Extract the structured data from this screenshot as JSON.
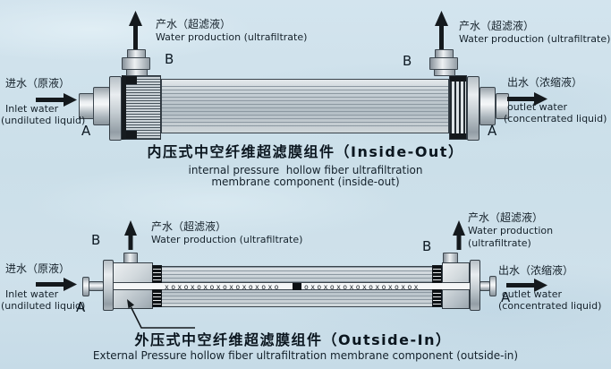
{
  "colors": {
    "background": "#cdе0еа",
    "background_hex": "#cde0ea",
    "ink": "#101c26",
    "metal_light": "#eef1f3",
    "metal_dark": "#8b959c",
    "potting_black": "#14181c"
  },
  "top": {
    "product_left": {
      "zh": "产水（超滤液）",
      "en": "Water production (ultrafiltrate)"
    },
    "product_right": {
      "zh": "产水（超滤液）",
      "en": "Water production (ultrafiltrate)"
    },
    "inlet": {
      "zh": "进水（原液）",
      "en1": "Inlet water",
      "en2": "(undiluted liquid)"
    },
    "outlet": {
      "zh": "出水（浓缩液）",
      "en1": "outlet water",
      "en2": "(concentrated liquid)"
    },
    "b_left": "B",
    "b_right": "B",
    "a_left": "A",
    "a_right": "A",
    "caption_zh": "内压式中空纤维超滤膜组件（Inside-Out）",
    "caption_en1": "internal pressure  hollow fiber ultrafiltration",
    "caption_en2": "membrane component (inside-out)"
  },
  "bottom": {
    "product_left": {
      "zh": "产水（超滤液）",
      "en": "Water production (ultrafiltrate)"
    },
    "product_right": {
      "zh": "产水（超滤液）",
      "en1": "Water production",
      "en2": "(ultrafiltrate)"
    },
    "inlet": {
      "zh": "进水（原液）",
      "en1": "Inlet water",
      "en2": "(undiluted liquid)"
    },
    "outlet": {
      "zh": "出水（浓缩液）",
      "en1": "outlet water",
      "en2": "(concentrated liquid)"
    },
    "b_left": "B",
    "b_right": "B",
    "a_left": "A",
    "a_right": "A",
    "tube_pattern_left": "xoxoxoxoxoxoxoxoxo",
    "tube_pattern_right": "oxoxoxoxoxoxoxoxox",
    "caption_zh": "外压式中空纤维超滤膜组件（Outside-In）",
    "caption_en": "External Pressure hollow fiber ultrafiltration membrane component (outside-in)"
  }
}
